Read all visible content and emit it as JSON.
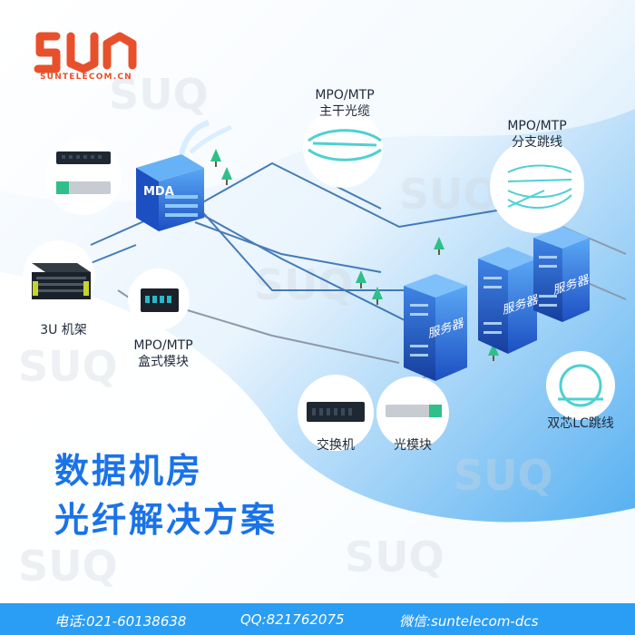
{
  "brand": {
    "logo_text": "SUNTELECOM.CN",
    "color": "#e8502b"
  },
  "labels": {
    "mdf": "MDA",
    "trunk_line1": "MPO/MTP",
    "trunk_line2": "主干光缆",
    "branch_line1": "MPO/MTP",
    "branch_line2": "分支跳线",
    "rack": "3U 机架",
    "cassette_line1": "MPO/MTP",
    "cassette_line2": "盒式模块",
    "server1": "服务器",
    "server2": "服务器",
    "server3": "服务器",
    "switch": "交换机",
    "module": "光模块",
    "lc_patch": "双芯LC跳线"
  },
  "headline": {
    "line1": "数据机房",
    "line2": "光纤解决方案"
  },
  "footer": {
    "phone": "电话:021-60138638",
    "qq": "QQ:821762075",
    "wechat": "微信:suntelecom-dcs"
  },
  "colors": {
    "accent": "#1a73e8",
    "footer": "#2a9df4",
    "server": "#2b6fd6"
  },
  "icons": [
    "switch-icon",
    "sfp-module-icon",
    "rack-icon",
    "cassette-icon",
    "trunk-cable-icon",
    "branch-cable-icon",
    "lc-patch-icon",
    "tree-icon"
  ]
}
